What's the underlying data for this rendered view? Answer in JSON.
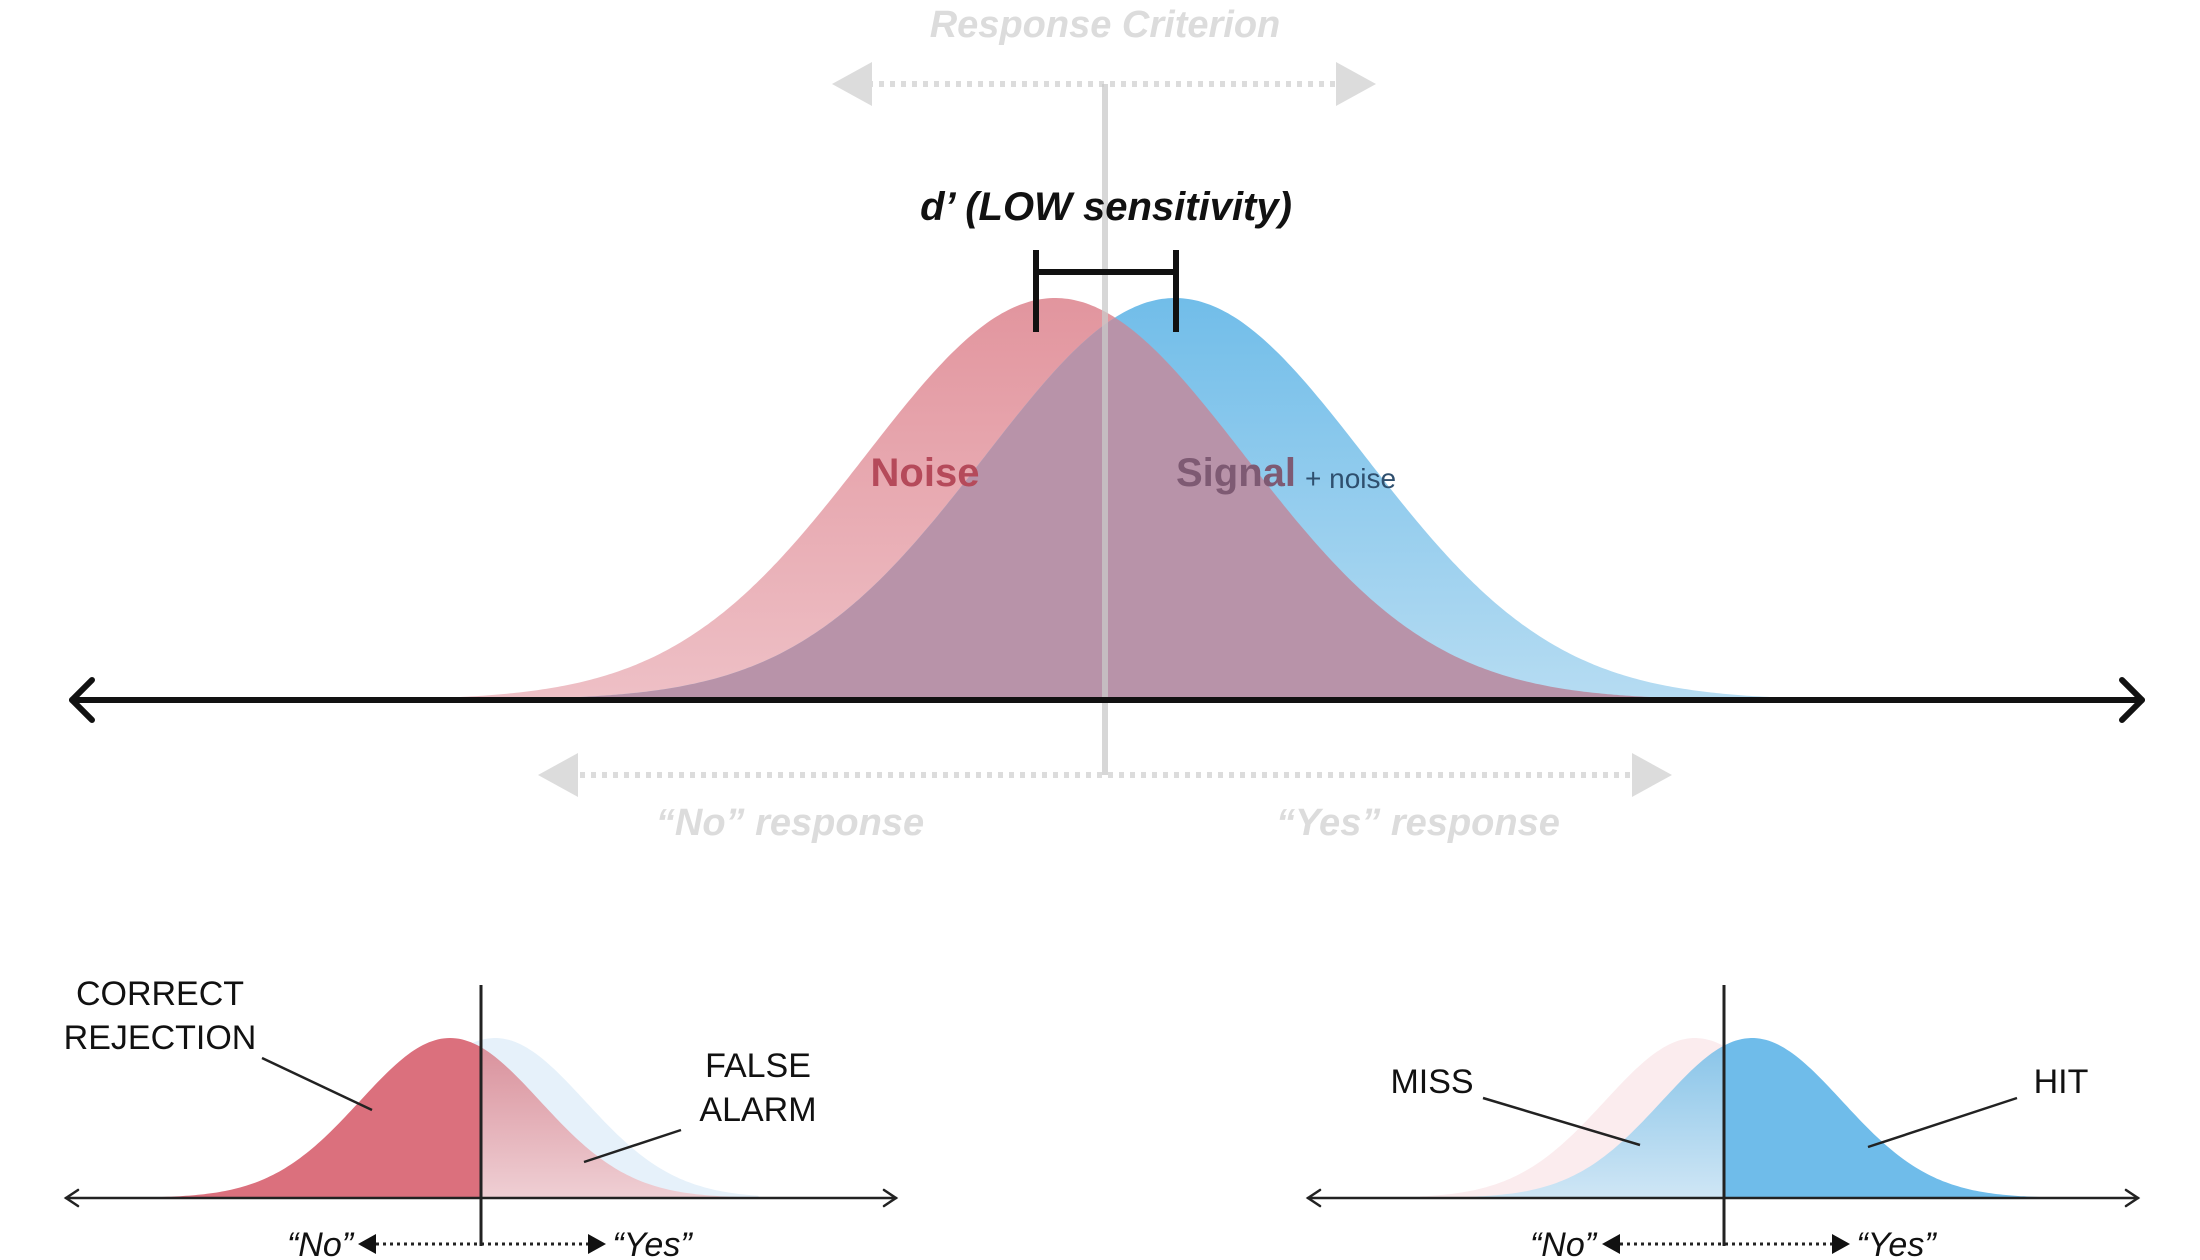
{
  "main": {
    "criterion_label": "Response Criterion",
    "dprime_label": "d’ (LOW sensitivity)",
    "noise_label": "Noise",
    "signal_label": "Signal",
    "signal_suffix": "+ noise",
    "no_response": "“No” response",
    "yes_response": "“Yes” response"
  },
  "left_panel": {
    "correct_rejection_line1": "CORRECT",
    "correct_rejection_line2": "REJECTION",
    "false_alarm_line1": "FALSE",
    "false_alarm_line2": "ALARM",
    "no_label": "“No”",
    "yes_label": "“Yes”"
  },
  "right_panel": {
    "miss_label": "MISS",
    "hit_label": "HIT",
    "no_label": "“No”",
    "yes_label": "“Yes”"
  },
  "colors": {
    "noise": "#e69aa3",
    "signal": "#6fbcea",
    "overlap": "#b893a9",
    "noise_text": "#b54a5a",
    "signal_text": "#7e5a73",
    "suffix_text": "#2f4f6e",
    "faded": "#dcdcdc"
  }
}
